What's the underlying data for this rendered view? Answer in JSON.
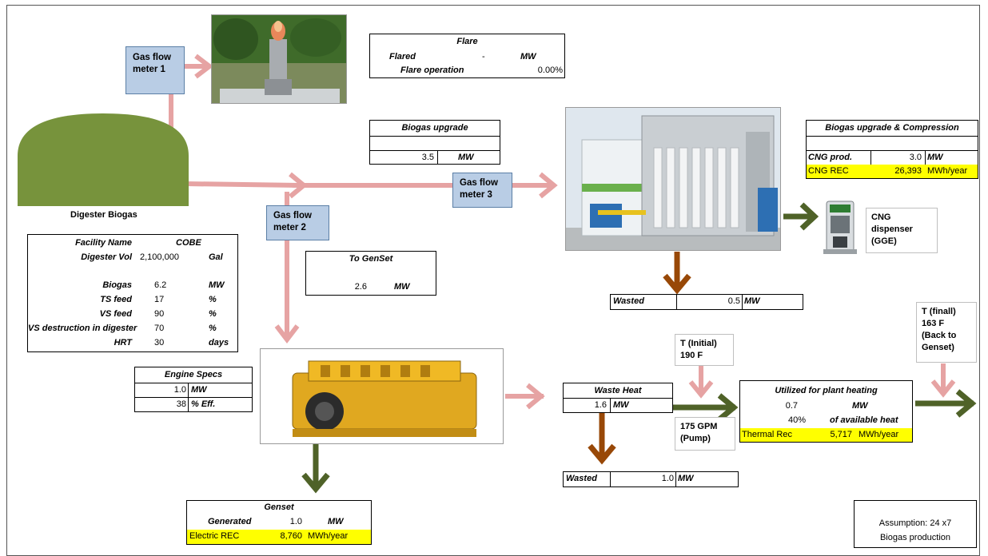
{
  "digester": {
    "label": "Digester Biogas"
  },
  "meters": {
    "m1": "Gas flow meter 1",
    "m2": "Gas flow meter 2",
    "m3": "Gas flow meter 3"
  },
  "flare": {
    "title": "Flare",
    "flared_label": "Flared",
    "flared_value": "-",
    "flared_unit": "MW",
    "operation_label": "Flare operation",
    "operation_value": "0.00%"
  },
  "biogas_upgrade": {
    "title": "Biogas upgrade",
    "value": "3.5",
    "unit": "MW"
  },
  "upgrade_compression": {
    "title": "Biogas upgrade & Compression",
    "cng_prod_label": "CNG prod.",
    "cng_prod_value": "3.0",
    "cng_prod_unit": "MW",
    "cng_rec_label": "CNG REC",
    "cng_rec_value": "26,393",
    "cng_rec_unit": "MWh/year"
  },
  "cng_dispenser": {
    "label": "CNG dispenser (GGE)"
  },
  "wasted_upgrade": {
    "label": "Wasted",
    "value": "0.5",
    "unit": "MW"
  },
  "facility": {
    "rows": [
      {
        "label": "Facility Name",
        "value": "COBE",
        "unit": ""
      },
      {
        "label": "Digester Vol",
        "value": "2,100,000",
        "unit": "Gal"
      },
      {
        "label": "",
        "value": "",
        "unit": ""
      },
      {
        "label": "Biogas",
        "value": "6.2",
        "unit": "MW"
      },
      {
        "label": "TS feed",
        "value": "17",
        "unit": "%"
      },
      {
        "label": "VS feed",
        "value": "90",
        "unit": "%"
      },
      {
        "label": "VS destruction in digester",
        "value": "70",
        "unit": "%"
      },
      {
        "label": "HRT",
        "value": "30",
        "unit": "days"
      }
    ]
  },
  "to_genset": {
    "title": "To GenSet",
    "value": "2.6",
    "unit": "MW"
  },
  "engine_specs": {
    "title": "Engine Specs",
    "mw_value": "1.0",
    "mw_unit": "MW",
    "eff_value": "38",
    "eff_unit": "% Eff."
  },
  "genset": {
    "title": "Genset",
    "generated_label": "Generated",
    "generated_value": "1.0",
    "generated_unit": "MW",
    "rec_label": "Electric REC",
    "rec_value": "8,760",
    "rec_unit": "MWh/year"
  },
  "waste_heat": {
    "title": "Waste Heat",
    "value": "1.6",
    "unit": "MW"
  },
  "wasted_heat": {
    "label": "Wasted",
    "value": "1.0",
    "unit": "MW"
  },
  "t_initial": {
    "line1": "T (Initial)",
    "line2": "190 F"
  },
  "pump": {
    "line1": "175 GPM",
    "line2": "(Pump)"
  },
  "plant_heating": {
    "title": "Utilized for plant heating",
    "value": "0.7",
    "unit": "MW",
    "pct": "40%",
    "pct_label": "of available heat",
    "rec_label": "Thermal Rec",
    "rec_value": "5,717",
    "rec_unit": "MWh/year"
  },
  "t_final": {
    "line1": "T (finall)",
    "line2": "163 F",
    "line3": "(Back to",
    "line4": "Genset)"
  },
  "assumption": {
    "line1": "Assumption: 24 x7",
    "line2": "Biogas production"
  },
  "colors": {
    "pink_arrow": "#e6a3a3",
    "green_arrow": "#4f6228",
    "brown_arrow": "#984807",
    "meter_blue": "#b9cde5",
    "digester_green": "#77933c",
    "highlight": "#ffff00"
  },
  "icons": [
    "flare-photo",
    "upgrade-plant-photo",
    "cng-dispenser-icon",
    "engine-photo"
  ]
}
